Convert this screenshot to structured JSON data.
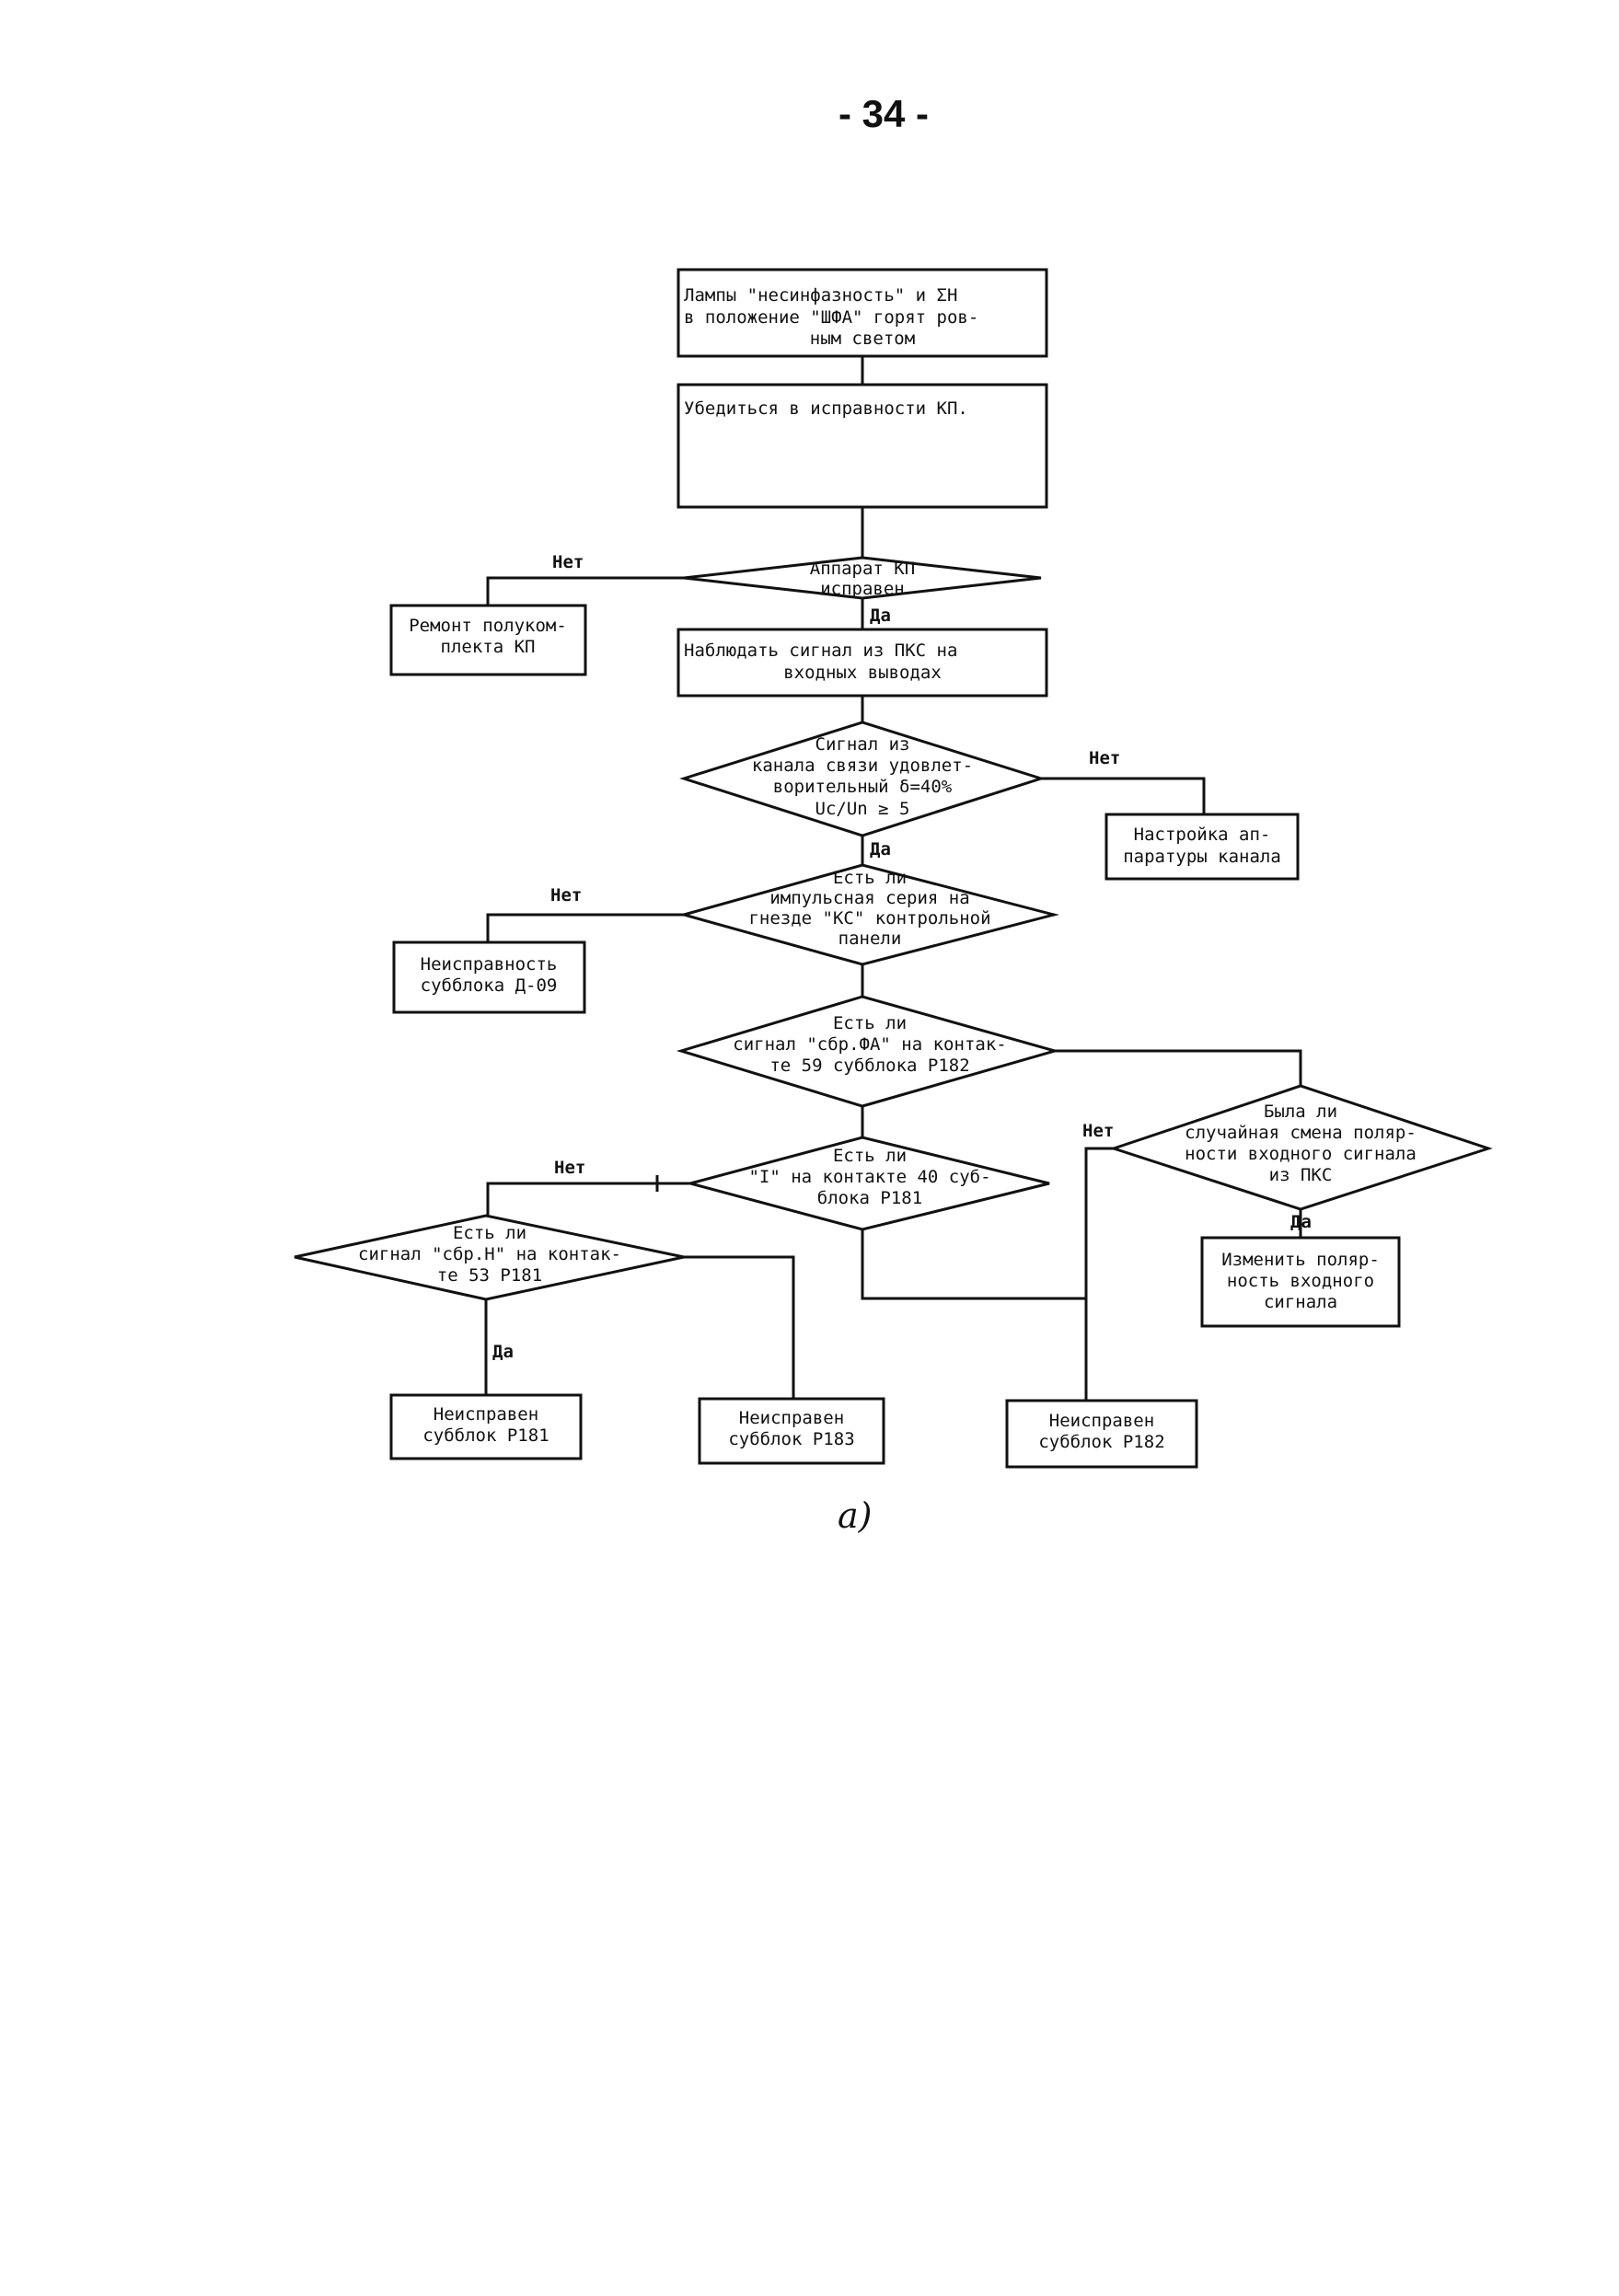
{
  "page": {
    "number": "- 34 -",
    "caption": "а)"
  },
  "nodes": {
    "start": {
      "lines": [
        "Лампы \"несинфазность\" и ΣН",
        "в положение \"ШФА\" горят ров-",
        "ным светом"
      ]
    },
    "check_kp": {
      "lines": [
        "Убедиться в исправности КП."
      ]
    },
    "q_kp_ok": {
      "lines": [
        "Аппарат КП",
        "исправен"
      ]
    },
    "repair_kp": {
      "lines": [
        "Ремонт полуком-",
        "плекта КП"
      ]
    },
    "observe": {
      "lines": [
        "Наблюдать сигнал из ПКС на",
        "входных выводах"
      ]
    },
    "q_signal": {
      "lines": [
        "Сигнал из",
        "канала связи удовлет-",
        "ворительный δ=40%",
        "Uc/Un ≥ 5"
      ]
    },
    "tune": {
      "lines": [
        "Настройка ап-",
        "паратуры канала"
      ]
    },
    "q_pulse": {
      "lines": [
        "Есть ли",
        "импульсная серия на",
        "гнезде \"КС\" контрольной",
        "панели"
      ]
    },
    "fault_d09": {
      "lines": [
        "Неисправность",
        "субблока Д-09"
      ]
    },
    "q_fa": {
      "lines": [
        "Есть ли",
        "сигнал \"сбр.ФА\" на контак-",
        "те 59 субблока Р182"
      ]
    },
    "q_polarity": {
      "lines": [
        "Была ли",
        "случайная смена поляр-",
        "ности входного сигнала",
        "из ПКС"
      ]
    },
    "change_pol": {
      "lines": [
        "Изменить поляр-",
        "ность входного",
        "сигнала"
      ]
    },
    "q_i40": {
      "lines": [
        "Есть ли",
        "\"I\" на контакте 40 суб-",
        "блока Р181"
      ]
    },
    "q_h53": {
      "lines": [
        "Есть ли",
        "сигнал \"сбр.Н\" на контак-",
        "те 53 Р181"
      ]
    },
    "f_p181": {
      "lines": [
        "Неисправен",
        "субблок Р181"
      ]
    },
    "f_p183": {
      "lines": [
        "Неисправен",
        "субблок Р183"
      ]
    },
    "f_p182": {
      "lines": [
        "Неисправен",
        "субблок Р182"
      ]
    }
  },
  "edge_labels": {
    "kp_no": "Нет",
    "kp_yes": "Да",
    "signal_no": "Нет",
    "signal_yes": "Да",
    "pulse_no": "Нет",
    "polarity_no": "Нет",
    "polarity_yes": "Да",
    "i40_no": "Нет",
    "h53_yes": "Да"
  }
}
